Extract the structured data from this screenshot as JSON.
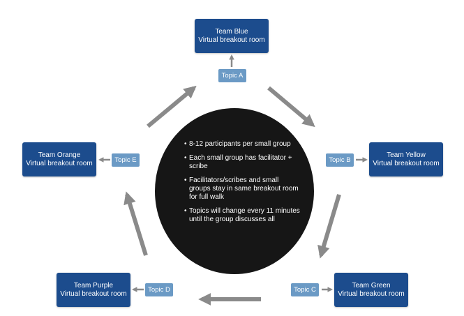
{
  "rooms": {
    "blue": {
      "name": "Team Blue",
      "subtitle": "Virtual breakout room"
    },
    "yellow": {
      "name": "Team Yellow",
      "subtitle": "Virtual breakout room"
    },
    "green": {
      "name": "Team Green",
      "subtitle": "Virtual breakout room"
    },
    "purple": {
      "name": "Team Purple",
      "subtitle": "Virtual breakout room"
    },
    "orange": {
      "name": "Team Orange",
      "subtitle": "Virtual breakout room"
    }
  },
  "topics": {
    "a": "Topic A",
    "b": "Topic B",
    "c": "Topic C",
    "d": "Topic D",
    "e": "Topic E"
  },
  "notes": [
    "8-12 participants per small group",
    "Each small group has facilitator + scribe",
    "Facilitators/scribes and small groups stay in same breakout room for full walk",
    "Topics will change every 11 minutes until the group discusses all"
  ],
  "colors": {
    "room": "#1c4c8d",
    "topic": "#6b9ac5",
    "arrow": "#8a8a8a",
    "circle": "#161616"
  }
}
